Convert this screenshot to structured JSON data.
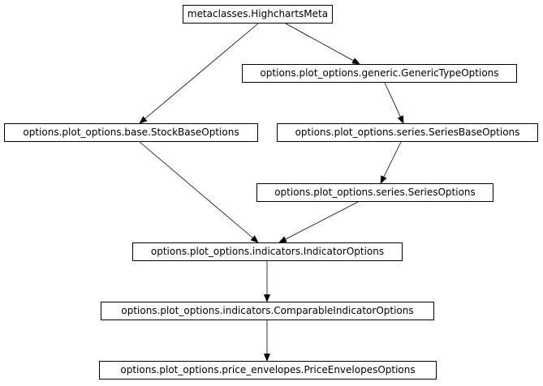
{
  "nodes": [
    {
      "id": "meta",
      "label": "metaclasses.HighchartsMeta"
    },
    {
      "id": "generic",
      "label": "options.plot_options.generic.GenericTypeOptions"
    },
    {
      "id": "stockbase",
      "label": "options.plot_options.base.StockBaseOptions"
    },
    {
      "id": "seriesbase",
      "label": "options.plot_options.series.SeriesBaseOptions"
    },
    {
      "id": "series",
      "label": "options.plot_options.series.SeriesOptions"
    },
    {
      "id": "indicator",
      "label": "options.plot_options.indicators.IndicatorOptions"
    },
    {
      "id": "comparable",
      "label": "options.plot_options.indicators.ComparableIndicatorOptions"
    },
    {
      "id": "envelopes",
      "label": "options.plot_options.price_envelopes.PriceEnvelopesOptions"
    }
  ],
  "edges": [
    {
      "from": "meta",
      "to": "generic"
    },
    {
      "from": "meta",
      "to": "stockbase"
    },
    {
      "from": "generic",
      "to": "seriesbase"
    },
    {
      "from": "seriesbase",
      "to": "series"
    },
    {
      "from": "stockbase",
      "to": "indicator"
    },
    {
      "from": "series",
      "to": "indicator"
    },
    {
      "from": "indicator",
      "to": "comparable"
    },
    {
      "from": "comparable",
      "to": "envelopes"
    }
  ]
}
